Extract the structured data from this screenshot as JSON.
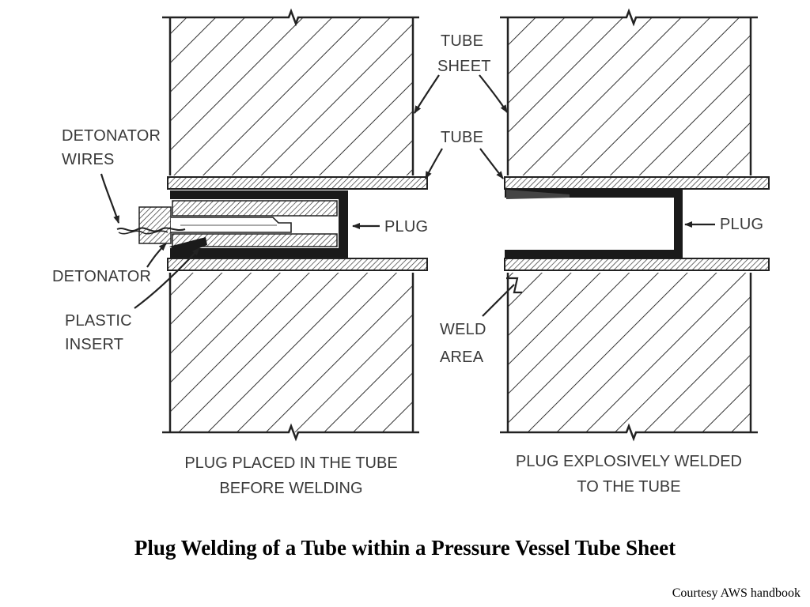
{
  "labels": {
    "tube_sheet_1": "TUBE",
    "tube_sheet_2": "SHEET",
    "tube": "TUBE",
    "detonator_wires_1": "DETONATOR",
    "detonator_wires_2": "WIRES",
    "plug_left": "PLUG",
    "plug_right": "PLUG",
    "detonator": "DETONATOR",
    "plastic_insert_1": "PLASTIC",
    "plastic_insert_2": "INSERT",
    "weld_area_1": "WELD",
    "weld_area_2": "AREA"
  },
  "captions": {
    "left_1": "PLUG PLACED IN THE TUBE",
    "left_2": "BEFORE WELDING",
    "right_1": "PLUG EXPLOSIVELY WELDED",
    "right_2": "TO THE TUBE"
  },
  "title": "Plug Welding of a Tube within a Pressure Vessel Tube Sheet",
  "credit": "Courtesy AWS handbook"
}
